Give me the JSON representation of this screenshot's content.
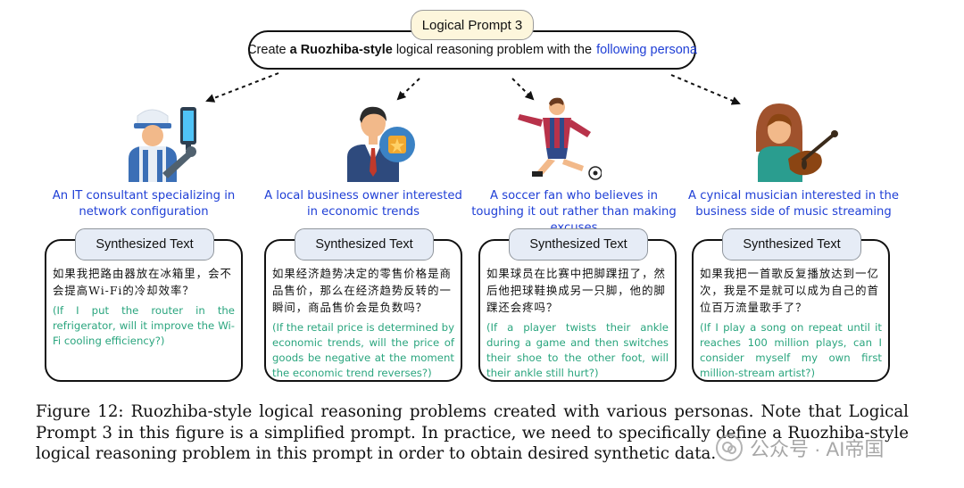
{
  "prompt": {
    "tag": "Logical Prompt 3",
    "text_before": "Create",
    "text_bold": "a Ruozhiba-style",
    "text_middle": "logical reasoning problem with the",
    "text_link": "following persona"
  },
  "personas": [
    {
      "icon": "it-technician-icon",
      "description": "An IT consultant specializing in network configuration",
      "card_label": "Synthesized Text",
      "zh": "如果我把路由器放在冰箱里，会不会提高Wi-Fi的冷却效率？",
      "en": "(If I put the router in the refrigerator, will it improve the Wi-Fi cooling efficiency?)"
    },
    {
      "icon": "businessman-icon",
      "description": "A local business owner interested in economic trends",
      "card_label": "Synthesized Text",
      "zh": "如果经济趋势决定的零售价格是商品售价，那么在经济趋势反转的一瞬间，商品售价会是负数吗？",
      "en": "(If the retail price is determined by economic trends, will the price of goods be negative at the moment the economic trend reverses?)"
    },
    {
      "icon": "soccer-player-icon",
      "description": "A soccer fan who believes in toughing it out rather than making excuses",
      "card_label": "Synthesized Text",
      "zh": "如果球员在比赛中把脚踝扭了，然后他把球鞋换成另一只脚，他的脚踝还会疼吗？",
      "en": "(If a player twists their ankle during a game and then switches their shoe to the other foot, will their ankle still hurt?)"
    },
    {
      "icon": "musician-icon",
      "description": "A cynical musician interested in the business side of music streaming",
      "card_label": "Synthesized Text",
      "zh": "如果我把一首歌反复播放达到一亿次，我是不是就可以成为自己的首位百万流量歌手了？",
      "en": "(If I play a song on repeat until it reaches 100 million plays, can I consider myself my own first million-stream artist?)"
    }
  ],
  "caption": "Figure 12: Ruozhiba-style logical reasoning problems created with various personas. Note that Logical Prompt 3 in this figure is a simplified prompt. In practice, we need to specifically define a Ruozhiba-style logical reasoning problem in this prompt in order to obtain desired synthetic data.",
  "watermark": "公众号 · AI帝国",
  "colors": {
    "blue_text": "#1f3fd6",
    "green_text": "#2aa57e",
    "prompt_tag_bg": "#fdf6dc",
    "card_tag_bg": "#e6ecf6"
  }
}
